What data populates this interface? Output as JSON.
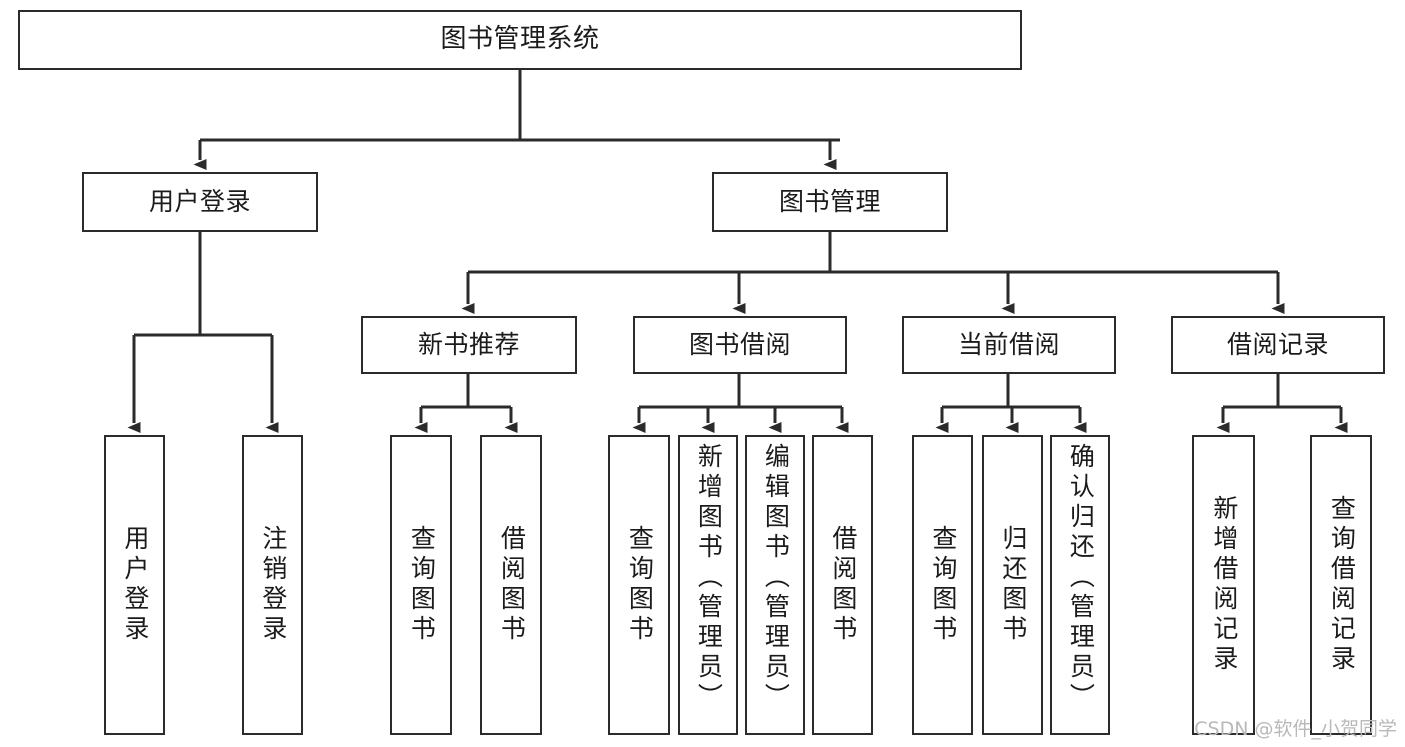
{
  "diagram": {
    "title": "图书管理系统",
    "type": "tree",
    "watermark": "CSDN @软件_小贺同学",
    "theme": {
      "background": "#ffffff",
      "node_fill": "#ffffff",
      "node_border": "#2b2b2b",
      "edge_color": "#2b2b2b",
      "text_color": "#1b1b1b",
      "watermark_color": "#b9b9b9"
    },
    "root": {
      "id": "root",
      "label": "图书管理系统"
    },
    "level2": [
      {
        "id": "user-login",
        "label": "用户登录"
      },
      {
        "id": "book-manage",
        "label": "图书管理"
      }
    ],
    "level3": [
      {
        "id": "new-book-recommend",
        "label": "新书推荐",
        "parent": "book-manage"
      },
      {
        "id": "book-borrow",
        "label": "图书借阅",
        "parent": "book-manage"
      },
      {
        "id": "current-borrow",
        "label": "当前借阅",
        "parent": "book-manage"
      },
      {
        "id": "borrow-record",
        "label": "借阅记录",
        "parent": "book-manage"
      }
    ],
    "leaves": [
      {
        "id": "leaf-user-login",
        "label": "用户登录",
        "parent": "user-login"
      },
      {
        "id": "leaf-user-logout",
        "label": "注销登录",
        "parent": "user-login"
      },
      {
        "id": "leaf-query-book-1",
        "label": "查询图书",
        "parent": "new-book-recommend"
      },
      {
        "id": "leaf-borrow-book-1",
        "label": "借阅图书",
        "parent": "new-book-recommend"
      },
      {
        "id": "leaf-query-book-2",
        "label": "查询图书",
        "parent": "book-borrow"
      },
      {
        "id": "leaf-add-book",
        "label": "新增图书（管理员）",
        "parent": "book-borrow"
      },
      {
        "id": "leaf-edit-book",
        "label": "编辑图书（管理员）",
        "parent": "book-borrow"
      },
      {
        "id": "leaf-borrow-book-2",
        "label": "借阅图书",
        "parent": "book-borrow"
      },
      {
        "id": "leaf-query-book-3",
        "label": "查询图书",
        "parent": "current-borrow"
      },
      {
        "id": "leaf-return-book",
        "label": "归还图书",
        "parent": "current-borrow"
      },
      {
        "id": "leaf-confirm-return",
        "label": "确认归还（管理员）",
        "parent": "current-borrow"
      },
      {
        "id": "leaf-add-record",
        "label": "新增借阅记录",
        "parent": "borrow-record"
      },
      {
        "id": "leaf-query-record",
        "label": "查询借阅记录",
        "parent": "borrow-record"
      }
    ]
  }
}
